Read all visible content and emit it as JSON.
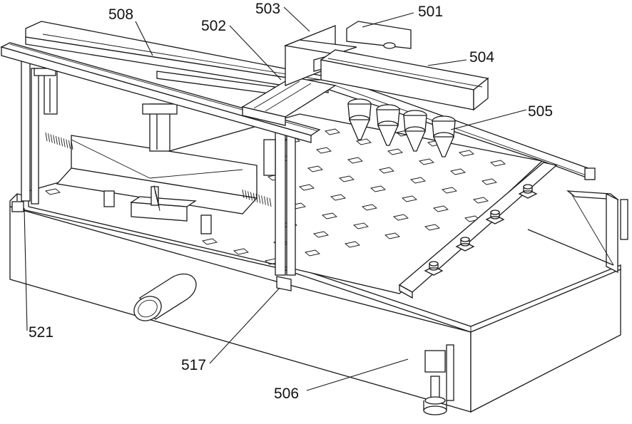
{
  "labels": {
    "l501": "501",
    "l502": "502",
    "l503": "503",
    "l504": "504",
    "l505": "505",
    "l506": "506",
    "l508": "508",
    "l517": "517",
    "l521": "521"
  },
  "colors": {
    "line": "#1a1a1a",
    "background": "#ffffff"
  }
}
